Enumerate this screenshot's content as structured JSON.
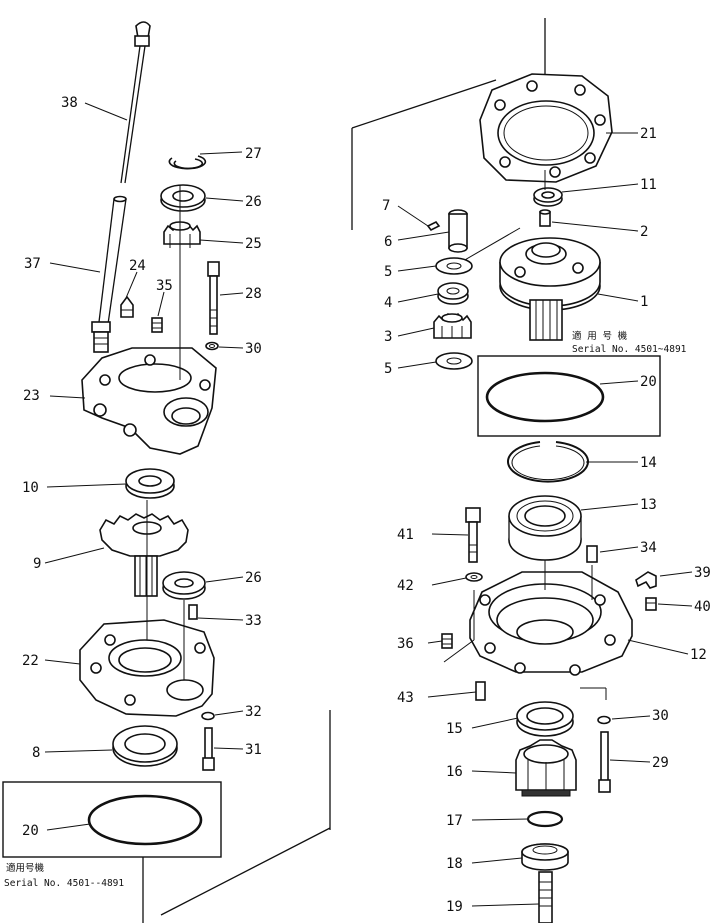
{
  "notes": {
    "left_line1": "適用号機",
    "left_line2": "Serial No. 4501--4891",
    "right_line1": "適 用 号 機",
    "right_line2": "Serial No. 4501~4891"
  },
  "labels": {
    "p1": "1",
    "p2": "2",
    "p3": "3",
    "p4": "4",
    "p5a": "5",
    "p5b": "5",
    "p6": "6",
    "p7": "7",
    "p8": "8",
    "p9": "9",
    "p10": "10",
    "p11": "11",
    "p12": "12",
    "p13": "13",
    "p14": "14",
    "p15": "15",
    "p16": "16",
    "p17": "17",
    "p18": "18",
    "p19": "19",
    "p20a": "20",
    "p20b": "20",
    "p21": "21",
    "p22": "22",
    "p23": "23",
    "p24": "24",
    "p25": "25",
    "p26a": "26",
    "p26b": "26",
    "p27": "27",
    "p28": "28",
    "p29": "29",
    "p30a": "30",
    "p30b": "30",
    "p31": "31",
    "p32": "32",
    "p33": "33",
    "p34": "34",
    "p35": "35",
    "p36": "36",
    "p37": "37",
    "p38": "38",
    "p39": "39",
    "p40": "40",
    "p41": "41",
    "p42": "42",
    "p43": "43"
  }
}
